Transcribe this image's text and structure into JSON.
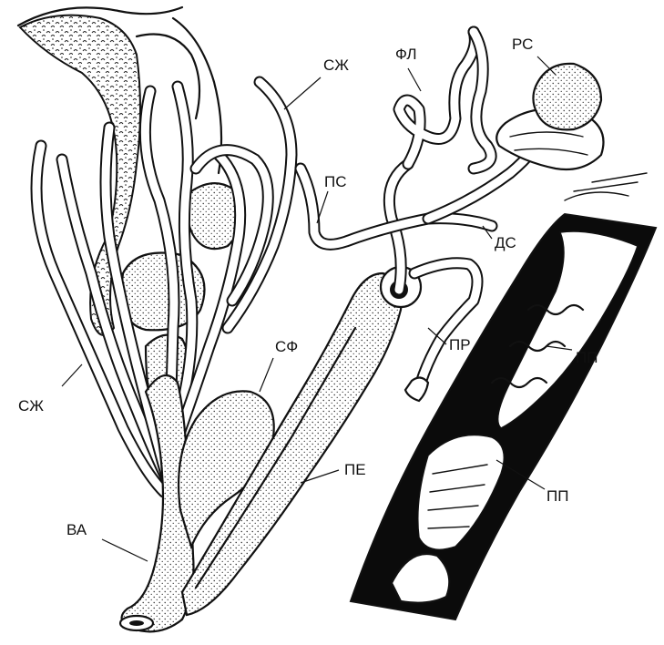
{
  "labels": {
    "szh_top": "СЖ",
    "szh_left": "СЖ",
    "fl": "ФЛ",
    "rs": "РС",
    "ps": "ПС",
    "ds": "ДС",
    "pr": "ПР",
    "sf": "СФ",
    "pe": "ПЕ",
    "va": "ВА",
    "pp_top": "ПП",
    "pp_bottom": "ПП"
  }
}
